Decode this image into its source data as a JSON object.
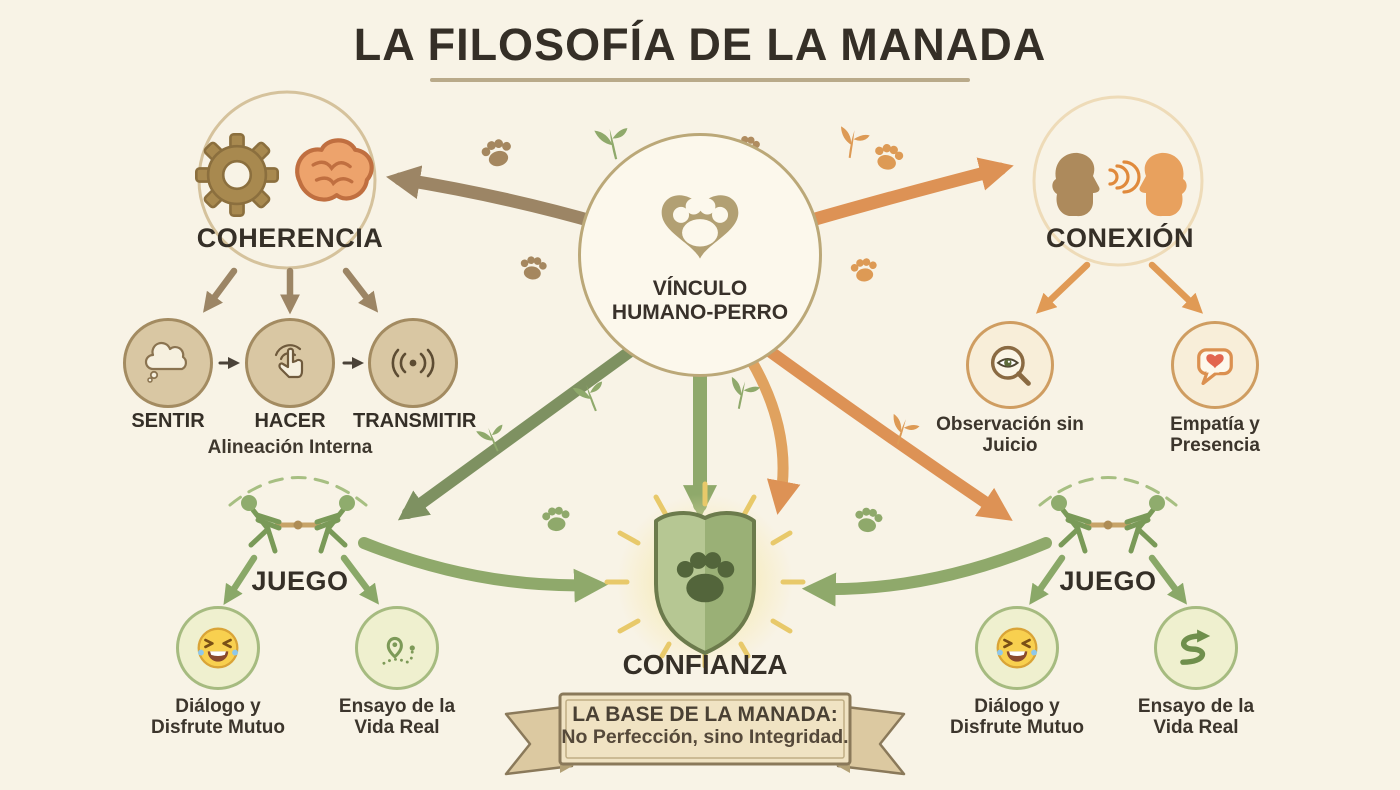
{
  "palette": {
    "background": "#f8f3e6",
    "ink": "#352f27",
    "brown_arrow": "#9c8565",
    "orange_arrow": "#dd9255",
    "green_arrow": "#8fa96b",
    "sage_arrow": "#7e9161",
    "tan_circle": "#d9c7a3",
    "shield_green": "#9ab076",
    "glow_yellow": "#f8eaa8",
    "banner_tan": "#f0e3c3"
  },
  "title": "LA FILOSOFÍA DE LA MANADA",
  "center": {
    "label": "VÍNCULO HUMANO-PERRO",
    "icon": "heart-paw-icon"
  },
  "coherencia": {
    "label": "COHERENCIA",
    "icons": [
      "gear-icon",
      "brain-icon"
    ],
    "steps": [
      {
        "label": "SENTIR",
        "icon": "thought-cloud-icon"
      },
      {
        "label": "HACER",
        "icon": "tap-hand-icon"
      },
      {
        "label": "TRANSMITIR",
        "icon": "signal-waves-icon"
      }
    ],
    "caption": "Alineación Interna"
  },
  "conexion": {
    "label": "CONEXIÓN",
    "icon": "talking-heads-icon",
    "items": [
      {
        "label": "Observación sin Juicio",
        "icon": "magnifier-eye-icon"
      },
      {
        "label": "Empatía y Presencia",
        "icon": "speech-heart-icon"
      }
    ]
  },
  "juego_left": {
    "label": "JUEGO",
    "icon": "tug-of-war-icon",
    "items": [
      {
        "label": "Diálogo y Disfrute Mutuo",
        "icon": "laughing-face-icon"
      },
      {
        "label": "Ensayo de la Vida Real",
        "icon": "route-map-icon"
      }
    ]
  },
  "juego_right": {
    "label": "JUEGO",
    "icon": "tug-of-war-icon",
    "items": [
      {
        "label": "Diálogo y Disfrute Mutuo",
        "icon": "laughing-face-icon"
      },
      {
        "label": "Ensayo de la Vida Real",
        "icon": "s-curve-arrow-icon"
      }
    ]
  },
  "confianza": {
    "label": "CONFIANZA",
    "icon": "shield-paw-icon",
    "banner_line1": "LA BASE DE LA MANADA:",
    "banner_line2": "No Perfección, sino Integridad."
  }
}
